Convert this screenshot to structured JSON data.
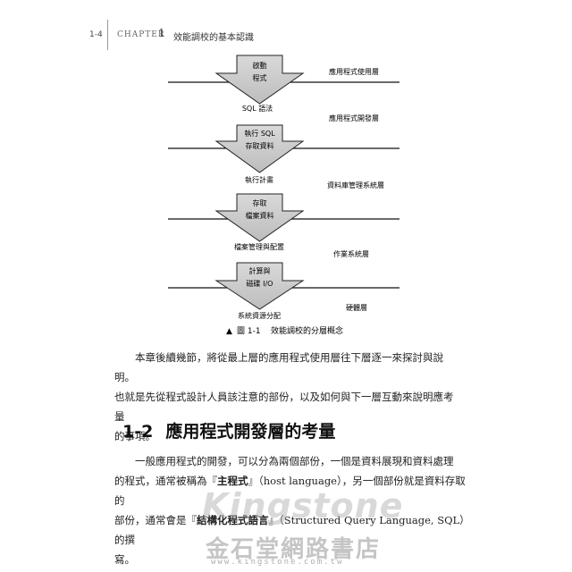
{
  "header": {
    "page_number": "1-4",
    "chapter_word": "CHAPTER",
    "chapter_number": "1",
    "chapter_title": "效能調校的基本認識"
  },
  "figure": {
    "arrows": [
      {
        "lines": [
          "啟動",
          "程式"
        ]
      },
      {
        "lines": [
          "執行 SQL",
          "存取資料"
        ]
      },
      {
        "lines": [
          "存取",
          "檔案資料"
        ]
      },
      {
        "lines": [
          "計算與",
          "磁碟 I/O"
        ]
      }
    ],
    "outputs": [
      "SQL 語法",
      "執行計畫",
      "檔案管理與配置",
      "系統資源分配"
    ],
    "layers": [
      "應用程式使用層",
      "應用程式開發層",
      "資料庫管理系統層",
      "作業系統層",
      "硬體層"
    ],
    "caption_marker": "▲",
    "caption_label": "圖 1-1",
    "caption_text": "效能調校的分層概念"
  },
  "intro": {
    "lines": [
      "本章後續幾節，將從最上層的應用程式使用層往下層逐一來探討與說明。",
      "也就是先從程式設計人員該注意的部份，以及如何與下一層互動來說明應考量",
      "的事項。"
    ]
  },
  "section": {
    "number": "1-2",
    "title": "應用程式開發層的考量"
  },
  "section_para": {
    "line1": "一般應用程式的開發，可以分為兩個部份，一個是資料展現和資料處理",
    "line2_a": "的程式，通常被稱為『",
    "line2_bold": "主程式",
    "line2_b": "』（host language），另一個部份就是資料存取的",
    "line3_a": "部份，通常會是『",
    "line3_bold": "結構化程式語言",
    "line3_b": "』（Structured Query Language, SQL）的撰",
    "line4": "寫。"
  },
  "watermark": {
    "brand": "Kingstone",
    "chinese": "金石堂網路書店",
    "url": "www.kingstone.com.tw"
  }
}
